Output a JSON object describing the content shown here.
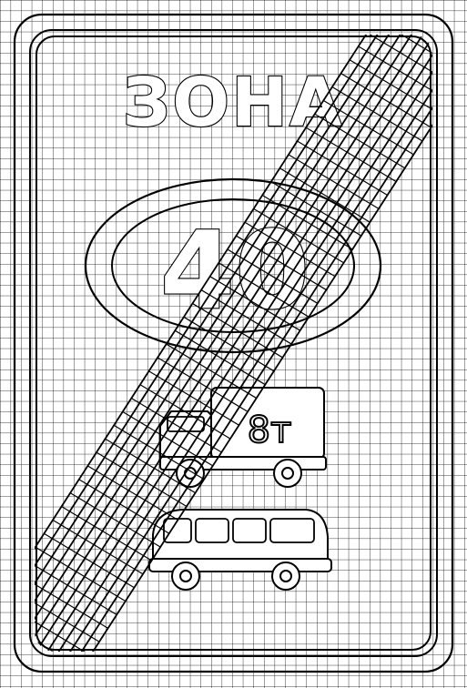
{
  "sign": {
    "title": "ЗОНА",
    "weight_label": "8т",
    "speed_value": "40",
    "grid": true,
    "stripes": true,
    "colors": {
      "background": "#ffffff",
      "ink": "#000000"
    },
    "icons": [
      "truck-icon",
      "bus-icon",
      "speed-limit-icon",
      "diagonal-stripes-icon"
    ]
  }
}
